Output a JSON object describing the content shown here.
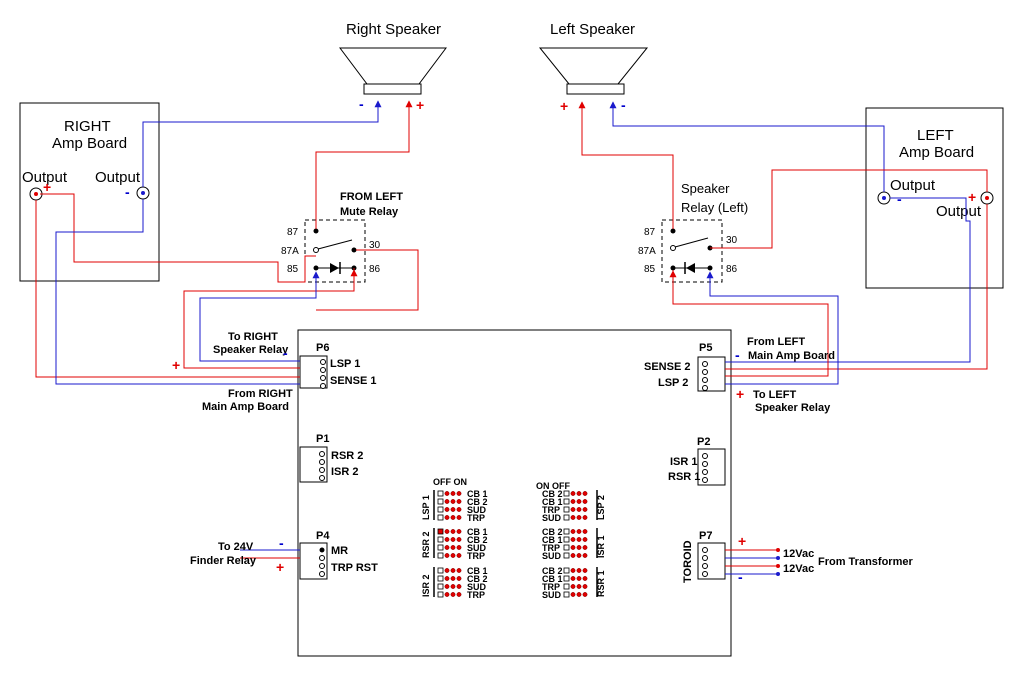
{
  "speakers": {
    "right": "Right Speaker",
    "left": "Left Speaker"
  },
  "amp_boards": {
    "right_line1": "RIGHT",
    "right_line2": "Amp Board",
    "left_line1": "LEFT",
    "left_line2": "Amp Board",
    "output": "Output"
  },
  "relays": {
    "mute_line1": "FROM LEFT",
    "mute_line2": "Mute Relay",
    "speaker_line1": "Speaker",
    "speaker_line2": "Relay (Left)",
    "pins": [
      "87",
      "87A",
      "85",
      "30",
      "86"
    ]
  },
  "connectors": {
    "p6": {
      "name": "P6",
      "pins": [
        "LSP 1",
        "SENSE 1"
      ]
    },
    "p5": {
      "name": "P5",
      "pins": [
        "SENSE 2",
        "LSP 2"
      ]
    },
    "p1": {
      "name": "P1",
      "pins": [
        "RSR 2",
        "ISR 2"
      ]
    },
    "p2": {
      "name": "P2",
      "pins": [
        "ISR 1",
        "RSR 1"
      ]
    },
    "p4": {
      "name": "P4",
      "pins": [
        "MR",
        "TRP RST"
      ]
    },
    "p7": {
      "name": "P7",
      "side": "TOROID"
    }
  },
  "annotations": {
    "to_right_relay_1": "To RIGHT",
    "to_right_relay_2": "Speaker Relay",
    "from_right_amp_1": "From RIGHT",
    "from_right_amp_2": "Main Amp Board",
    "from_left_amp_1": "From LEFT",
    "from_left_amp_2": "Main Amp Board",
    "to_left_relay_1": "To LEFT",
    "to_left_relay_2": "Speaker Relay",
    "to_24v_1": "To 24V",
    "to_24v_2": "Finder Relay",
    "vac1": "12Vac",
    "vac2": "12Vac",
    "from_transformer": "From Transformer"
  },
  "switches": {
    "off_on": "OFF ON",
    "on_off": "ON OFF",
    "left_groups": [
      {
        "name": "LSP 1",
        "items": [
          "CB 1",
          "CB 2",
          "SUD",
          "TRP"
        ]
      },
      {
        "name": "RSR 2",
        "items": [
          "CB 1",
          "CB 2",
          "SUD",
          "TRP"
        ]
      },
      {
        "name": "ISR 2",
        "items": [
          "CB 1",
          "CB 2",
          "SUD",
          "TRP"
        ]
      }
    ],
    "right_groups": [
      {
        "name": "LSP 2",
        "items": [
          "CB 2",
          "CB 1",
          "TRP",
          "SUD"
        ]
      },
      {
        "name": "ISR 1",
        "items": [
          "CB 2",
          "CB 1",
          "TRP",
          "SUD"
        ]
      },
      {
        "name": "RSR 1",
        "items": [
          "CB 2",
          "CB 1",
          "TRP",
          "SUD"
        ]
      }
    ]
  },
  "symbols": {
    "plus": "+",
    "minus": "-"
  },
  "colors": {
    "positive": "#e00000",
    "negative": "#1a1acc"
  }
}
